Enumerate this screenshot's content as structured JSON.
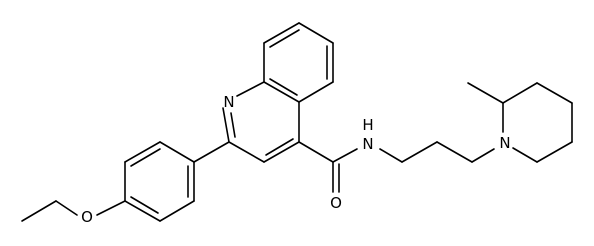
{
  "molecule": {
    "atom_labels": {
      "quinoline_nitrogen": "N",
      "amide_nitrogen_h": "H",
      "amide_nitrogen": "N",
      "piperidine_nitrogen": "N",
      "ether_oxygen": "O",
      "carbonyl_oxygen": "O"
    },
    "colors": {
      "bond": "#000000",
      "label": "#000000",
      "background": "#ffffff"
    }
  }
}
